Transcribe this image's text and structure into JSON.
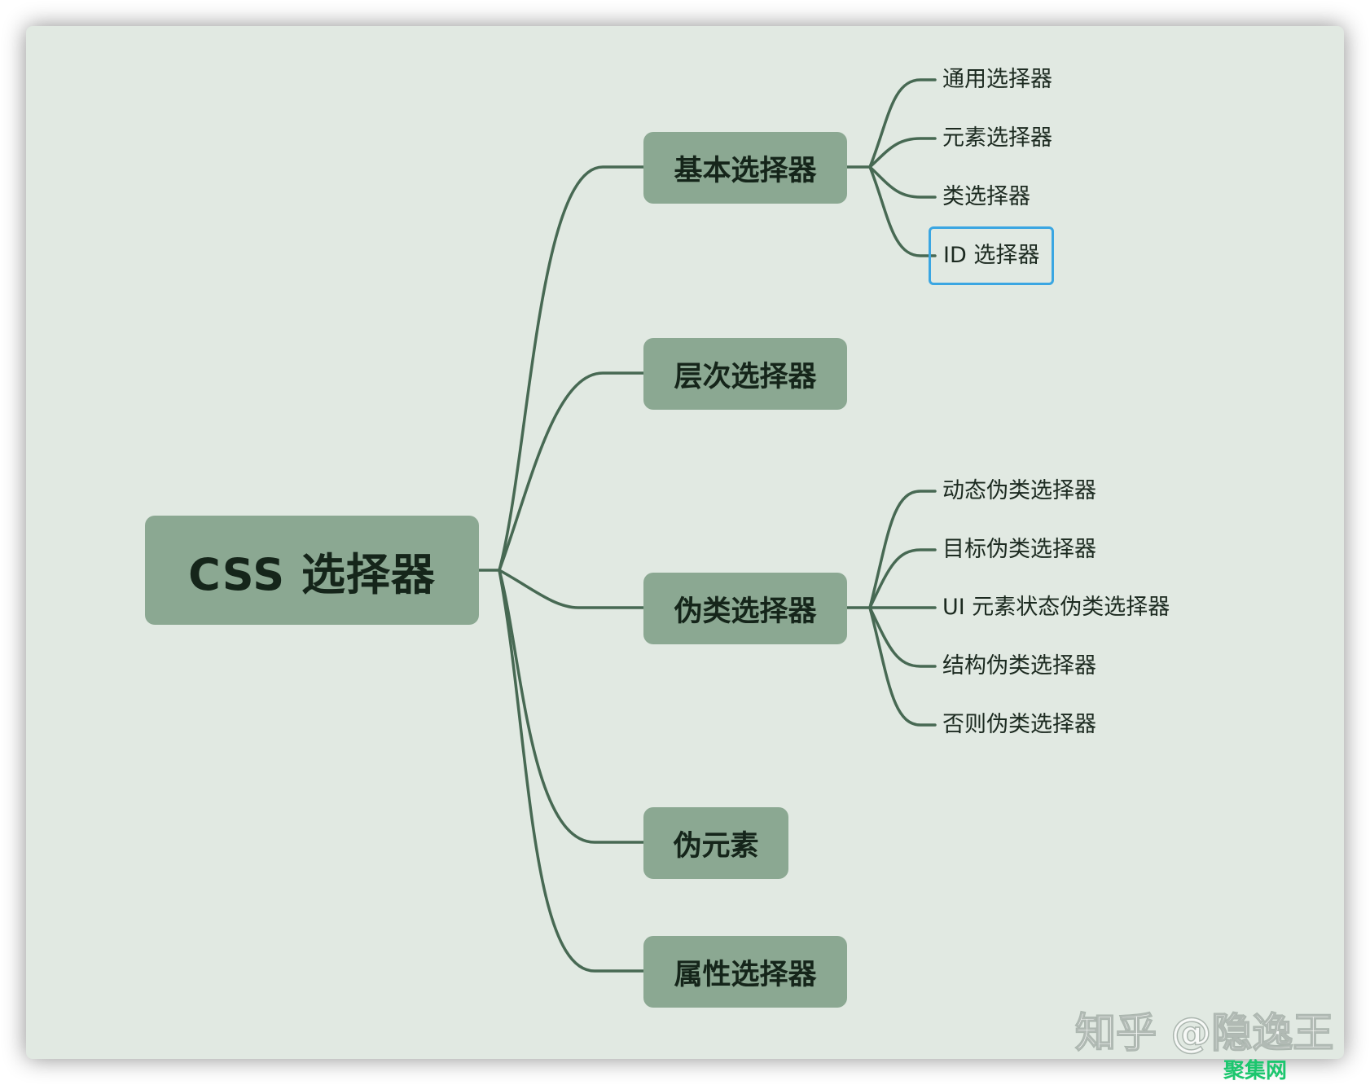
{
  "diagram": {
    "root": "CSS 选择器",
    "branches": [
      {
        "label": "基本选择器",
        "children": [
          {
            "label": "通用选择器",
            "selected": false
          },
          {
            "label": "元素选择器",
            "selected": false
          },
          {
            "label": "类选择器",
            "selected": false
          },
          {
            "label": "ID 选择器",
            "selected": true
          }
        ]
      },
      {
        "label": "层次选择器",
        "children": []
      },
      {
        "label": "伪类选择器",
        "children": [
          {
            "label": "动态伪类选择器",
            "selected": false
          },
          {
            "label": "目标伪类选择器",
            "selected": false
          },
          {
            "label": "UI 元素状态伪类选择器",
            "selected": false
          },
          {
            "label": "结构伪类选择器",
            "selected": false
          },
          {
            "label": "否则伪类选择器",
            "selected": false
          }
        ]
      },
      {
        "label": "伪元素",
        "children": []
      },
      {
        "label": "属性选择器",
        "children": []
      }
    ]
  },
  "watermark": {
    "text": "知乎 @隐逸王",
    "logo": "聚集网"
  },
  "colors": {
    "background": "#e1e9e2",
    "node_fill": "#8ba892",
    "connector": "#476953",
    "selection_border": "#3aa6e2"
  }
}
